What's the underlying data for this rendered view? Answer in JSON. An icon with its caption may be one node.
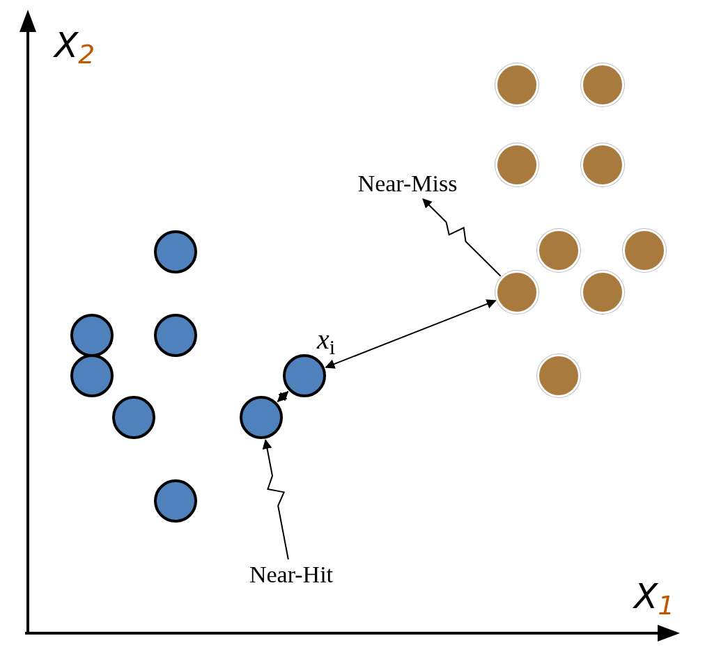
{
  "diagram": {
    "nodes": [
      {
        "text": [],
        "shape": "circle"
      },
      {
        "text": [],
        "shape": "circle"
      },
      {
        "text": [],
        "shape": "circle"
      },
      {
        "text": [],
        "shape": "circle"
      },
      {
        "text": [
          "Near-Miss"
        ]
      },
      {
        "text": [],
        "shape": "circle"
      },
      {
        "text": [],
        "shape": "circle"
      },
      {
        "text": [],
        "shape": "circle"
      },
      {
        "text": [],
        "shape": "circle"
      },
      {
        "text": [],
        "shape": "circle"
      },
      {
        "text": [],
        "shape": "circle"
      },
      {
        "text": [],
        "shape": "circle"
      },
      {
        "text": [],
        "shape": "circle"
      },
      {
        "text": [],
        "shape": "circle",
        "beside": [
          "*x*$_{i}$"
        ]
      },
      {
        "text": [],
        "shape": "circle"
      },
      {
        "text": [],
        "shape": "circle"
      },
      {
        "text": [],
        "shape": "circle"
      },
      {
        "text": [],
        "shape": "circle"
      },
      {
        "text": [
          "Near-Hit"
        ]
      }
    ],
    "edges": [
      {
        "from": 16,
        "to": 13,
        "arrow": "both"
      },
      {
        "from": 13,
        "to": 8,
        "arrow": "both"
      },
      {
        "from": 8,
        "to": 4,
        "arrow": "to"
      },
      {
        "from": 18,
        "to": 16,
        "arrow": "to"
      }
    ],
    "labels": [
      "X$_{2}$",
      "X$_{1}$"
    ]
  }
}
